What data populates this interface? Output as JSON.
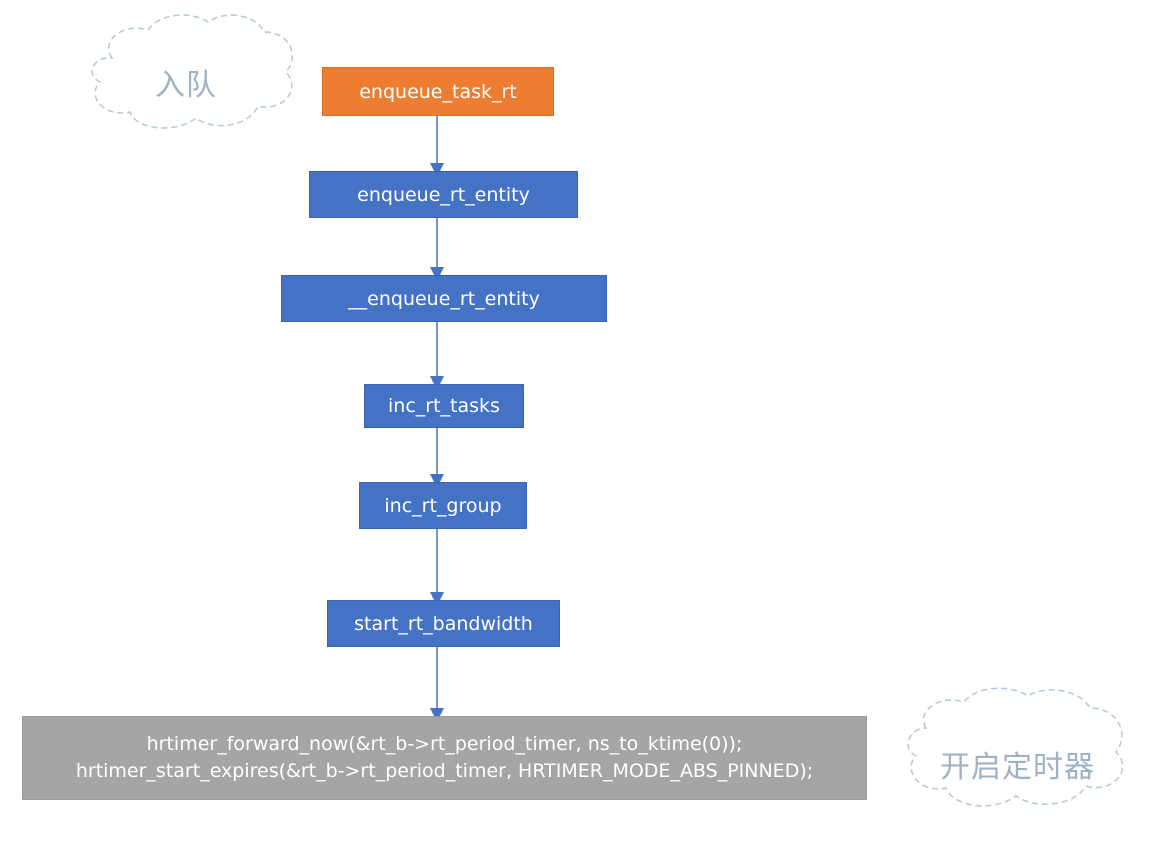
{
  "nodes": [
    {
      "id": "n1",
      "label": "enqueue_task_rt",
      "style": "orange"
    },
    {
      "id": "n2",
      "label": "enqueue_rt_entity",
      "style": "blue"
    },
    {
      "id": "n3",
      "label": "__enqueue_rt_entity",
      "style": "blue"
    },
    {
      "id": "n4",
      "label": "inc_rt_tasks",
      "style": "blue"
    },
    {
      "id": "n5",
      "label": "inc_rt_group",
      "style": "blue"
    },
    {
      "id": "n6",
      "label": "start_rt_bandwidth",
      "style": "blue"
    },
    {
      "id": "n7",
      "lines": [
        "hrtimer_forward_now(&rt_b->rt_period_timer, ns_to_ktime(0));",
        "hrtimer_start_expires(&rt_b->rt_period_timer, HRTIMER_MODE_ABS_PINNED);"
      ],
      "style": "gray"
    }
  ],
  "edges": [
    {
      "from": "n1",
      "to": "n2"
    },
    {
      "from": "n2",
      "to": "n3"
    },
    {
      "from": "n3",
      "to": "n4"
    },
    {
      "from": "n4",
      "to": "n5"
    },
    {
      "from": "n5",
      "to": "n6"
    },
    {
      "from": "n6",
      "to": "n7"
    }
  ],
  "clouds": {
    "enqueue_label": "入队",
    "timer_label": "开启定时器"
  },
  "colors": {
    "blue": "#4472c4",
    "orange": "#ed7d31",
    "gray": "#a5a5a5",
    "arrow": "#4472c4",
    "cloud_text": "#9fb2c4",
    "cloud_outline": "#b4c7d9"
  }
}
